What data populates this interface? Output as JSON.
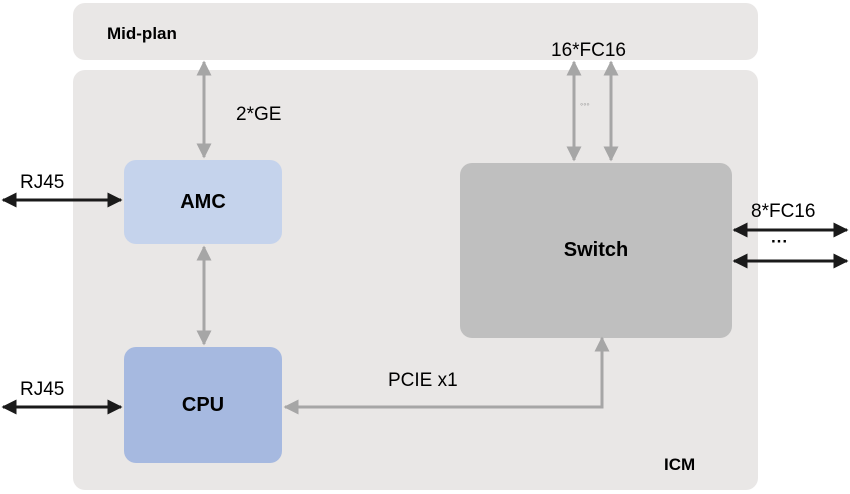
{
  "midplane": {
    "label": "Mid-plan"
  },
  "icm": {
    "label": "ICM"
  },
  "amc": {
    "label": "AMC"
  },
  "cpu": {
    "label": "CPU"
  },
  "switch": {
    "label": "Switch"
  },
  "links": {
    "amc_midplane": "2*GE",
    "switch_midplane": "16*FC16",
    "switch_midplane_ellipsis": "◦◦◦",
    "switch_external": "8*FC16",
    "switch_external_ellipsis": "···",
    "amc_rj45": "RJ45",
    "cpu_rj45": "RJ45",
    "cpu_switch": "PCIE x1"
  },
  "colors": {
    "panel": "#e9e7e6",
    "amc": "#c5d3ec",
    "cpu": "#a6b9e0",
    "switch": "#bfbfbf",
    "gray_arrow": "#a6a6a6",
    "black_arrow": "#1a1a1a"
  }
}
